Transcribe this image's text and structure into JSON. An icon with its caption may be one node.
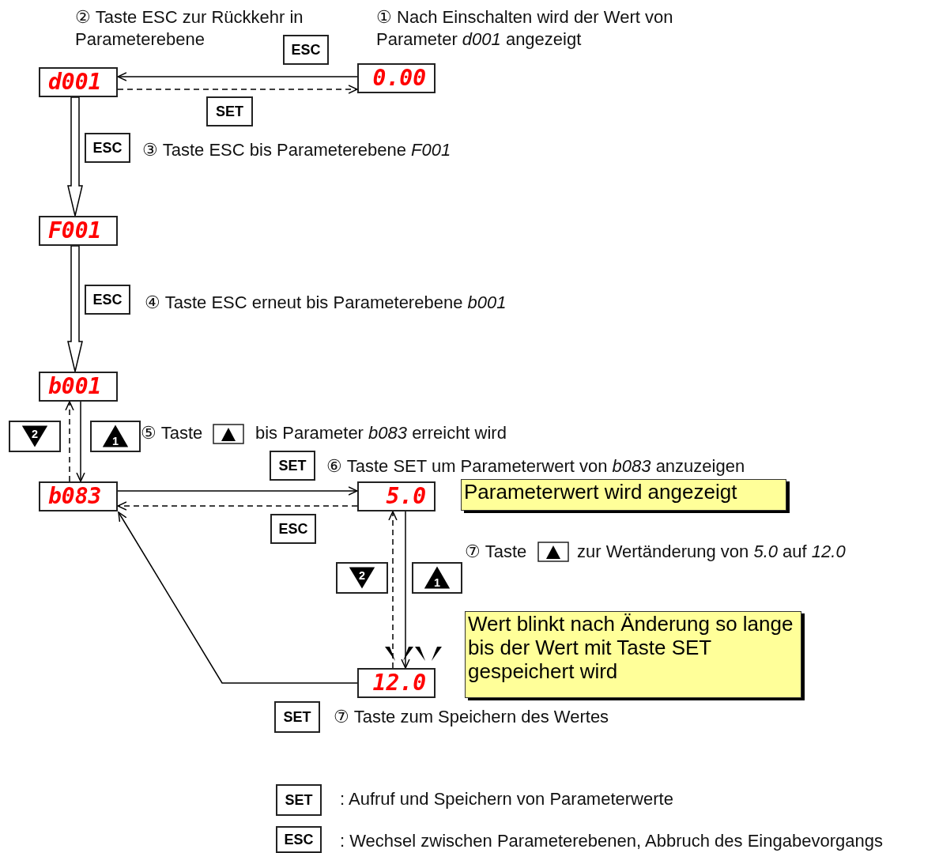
{
  "diagram": {
    "nodes": [
      {
        "text": [
          "d001"
        ]
      },
      {
        "text": [
          "ESC"
        ]
      },
      {
        "text": [
          "0.00"
        ]
      },
      {
        "text": [
          "SET"
        ]
      },
      {
        "text": [
          "ESC"
        ]
      },
      {
        "text": [
          "F001"
        ]
      },
      {
        "text": [
          "ESC"
        ]
      },
      {
        "text": [
          "b001"
        ]
      },
      {
        "text": [
          "2"
        ]
      },
      {
        "text": [
          "1"
        ]
      },
      {
        "text": [
          "SET"
        ]
      },
      {
        "text": [
          "b083"
        ]
      },
      {
        "text": [
          "5.0"
        ]
      },
      {
        "text": [
          "Parameterwert wird angezeigt"
        ]
      },
      {
        "text": [
          "ESC"
        ]
      },
      {
        "text": [
          "2"
        ]
      },
      {
        "text": [
          "1"
        ]
      },
      {
        "text": [
          "Wert blinkt nach Änderung so lange bis der Wert mit Taste SET gespeichert wird"
        ]
      },
      {
        "text": [
          "12.0"
        ]
      },
      {
        "text": [
          "SET"
        ]
      },
      {
        "text": [
          "SET"
        ]
      },
      {
        "text": [
          "ESC"
        ]
      }
    ],
    "edges": [
      {
        "from": 2,
        "to": 0,
        "arrow": "to"
      },
      {
        "from": 0,
        "to": 2,
        "arrow": "to",
        "style": "dashed"
      },
      {
        "from": 0,
        "to": 5,
        "arrow": "to",
        "style": "thick"
      },
      {
        "from": 5,
        "to": 7,
        "arrow": "to",
        "style": "thick"
      },
      {
        "from": 7,
        "to": 11,
        "arrow": "to"
      },
      {
        "from": 11,
        "to": 7,
        "arrow": "to",
        "style": "dashed"
      },
      {
        "from": 11,
        "to": 12,
        "arrow": "to"
      },
      {
        "from": 12,
        "to": 11,
        "arrow": "to",
        "style": "dashed"
      },
      {
        "from": 12,
        "to": 18,
        "arrow": "to"
      },
      {
        "from": 18,
        "to": 12,
        "arrow": "to",
        "style": "dashed"
      },
      {
        "from": 18,
        "to": 11,
        "arrow": "to"
      }
    ],
    "labels": [
      "② Taste ESC zur Rückkehr in Parameterebene",
      "① Nach Einschalten wird der Wert von Parameter *d001* angezeigt",
      "③ Taste ESC bis Parameterebene *F001*",
      "④ Taste ESC erneut bis Parameterebene *b001*",
      "⑤ Taste",
      "bis Parameter *b083* erreicht wird",
      "⑥ Taste SET um Parameterwert von *b083* anzuzeigen",
      "⑦ Taste",
      "zur Wertänderung von *5.0* auf *12.0*",
      "⑦ Taste zum Speichern des Wertes",
      ": Aufruf und Speichern von Parameterwerte",
      ": Wechsel zwischen Parameterebenen, Abbruch des Eingabevorgangs"
    ]
  }
}
